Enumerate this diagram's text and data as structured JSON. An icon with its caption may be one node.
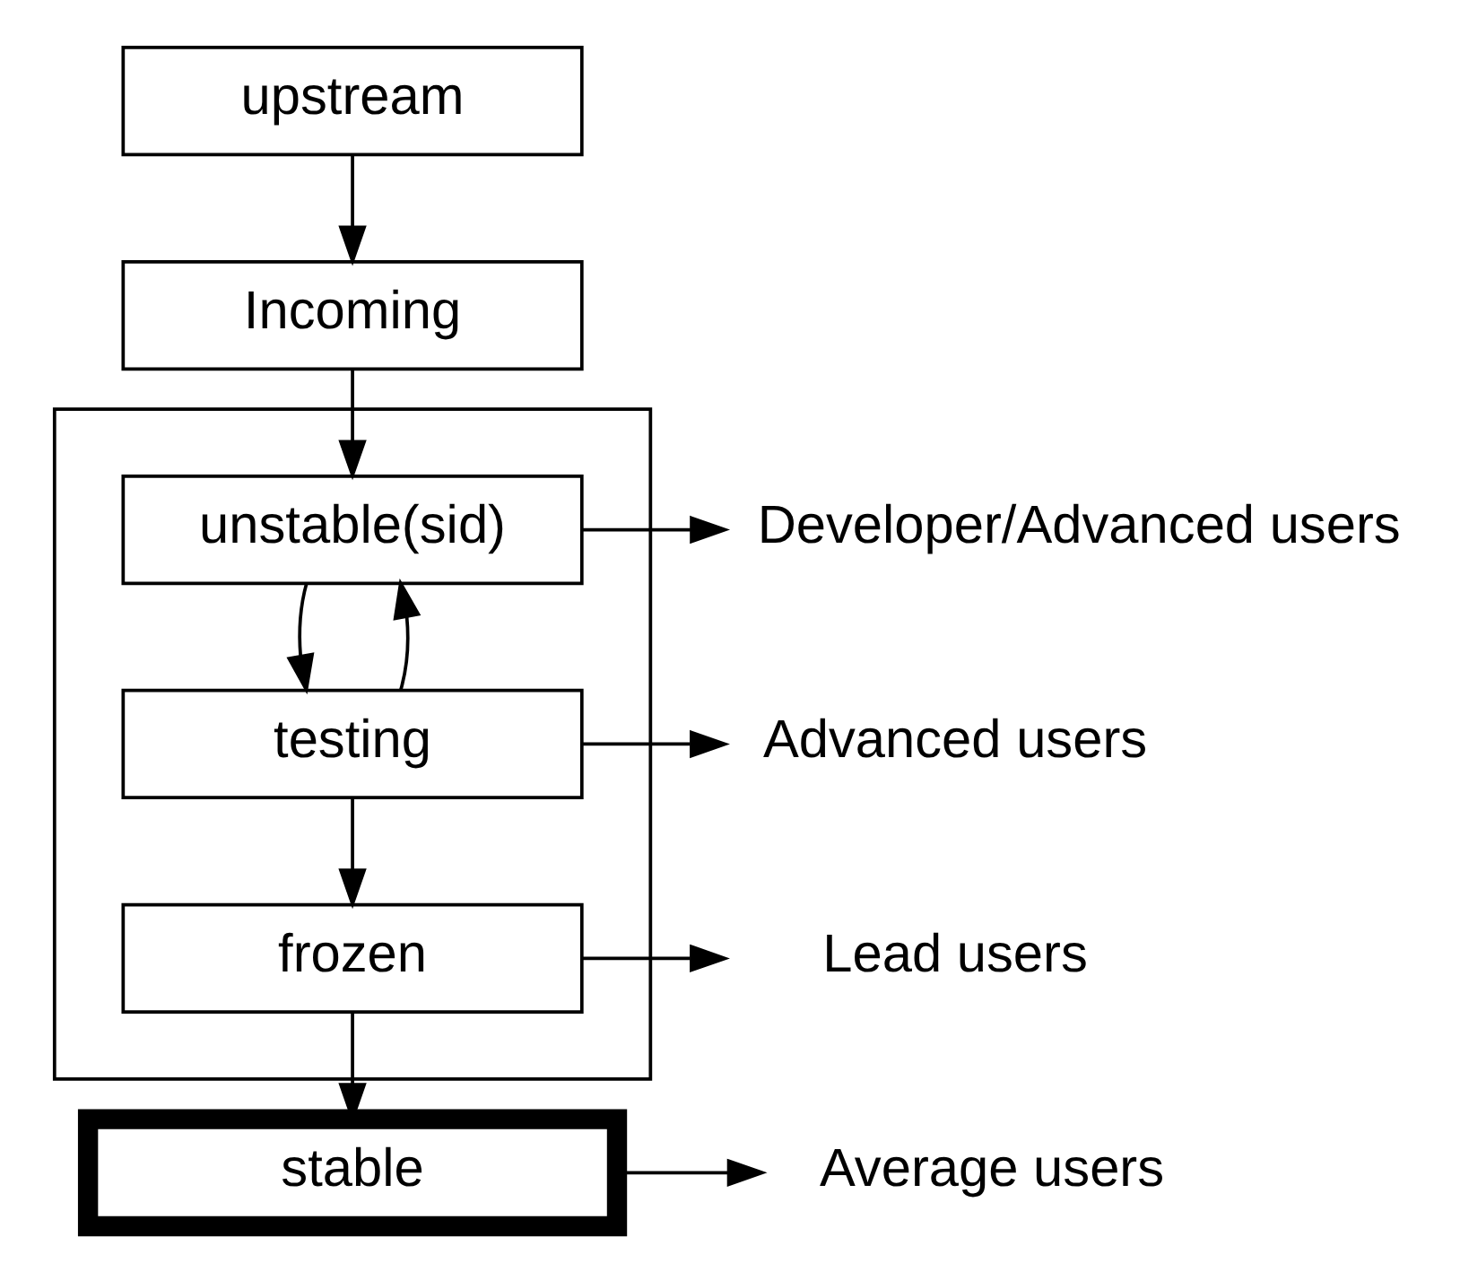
{
  "diagram": {
    "nodes": [
      {
        "text": [
          "upstream"
        ]
      },
      {
        "text": [
          "Incoming"
        ]
      },
      {
        "text": [],
        "shape": "box"
      },
      {
        "text": [
          "unstable(sid)"
        ],
        "in": 2
      },
      {
        "text": [
          "testing"
        ],
        "in": 2
      },
      {
        "text": [
          "frozen"
        ],
        "in": 2
      },
      {
        "text": [
          "stable"
        ]
      },
      {
        "text": [
          "Developer/Advanced users"
        ]
      },
      {
        "text": [
          "Advanced users"
        ]
      },
      {
        "text": [
          "Lead users"
        ]
      },
      {
        "text": [
          "Average users"
        ]
      }
    ],
    "edges": [
      {
        "from": 0,
        "to": 1,
        "arrow": "to"
      },
      {
        "from": 1,
        "to": 3,
        "arrow": "to"
      },
      {
        "from": 3,
        "to": 4,
        "arrow": "to"
      },
      {
        "from": 4,
        "to": 3,
        "arrow": "to"
      },
      {
        "from": 4,
        "to": 5,
        "arrow": "to"
      },
      {
        "from": 5,
        "to": 6,
        "arrow": "to"
      },
      {
        "from": 3,
        "to": 7,
        "arrow": "to"
      },
      {
        "from": 4,
        "to": 8,
        "arrow": "to"
      },
      {
        "from": 5,
        "to": 9,
        "arrow": "to"
      },
      {
        "from": 6,
        "to": 10,
        "arrow": "to"
      }
    ]
  }
}
